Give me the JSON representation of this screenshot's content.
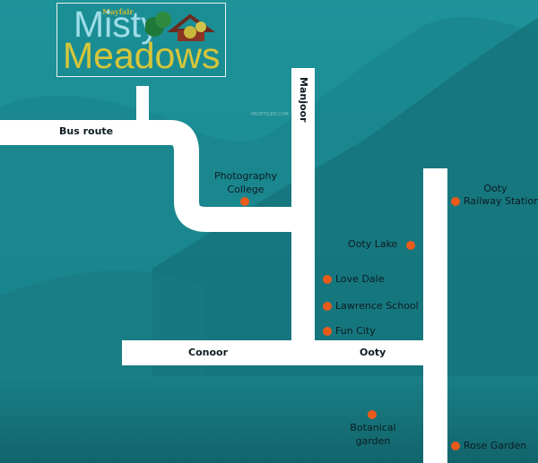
{
  "logo": {
    "builder": "Mayfair",
    "line1": "Misty",
    "line2": "Meadows"
  },
  "roads": {
    "bus_route": "Bus route",
    "manjoor": "Manjoor",
    "conoor": "Conoor",
    "ooty": "Ooty"
  },
  "places": {
    "photography_line1": "Photography",
    "photography_line2": "College",
    "ooty_railway_line1": "Ooty",
    "ooty_railway_line2": "Railway Station",
    "ooty_lake": "Ooty Lake",
    "love_dale": "Love Dale",
    "lawrence_school": "Lawrence School",
    "fun_city": "Fun City",
    "botanical_line1": "Botanical",
    "botanical_line2": "garden",
    "rose_garden": "Rose Garden"
  },
  "watermark": "PROPTIGER.COM",
  "colors": {
    "sea": "#1f8f96",
    "road": "#ffffff",
    "marker": "#ea5a1a",
    "logo_gold": "#d6c63a",
    "logo_blue": "#9fdde8"
  }
}
